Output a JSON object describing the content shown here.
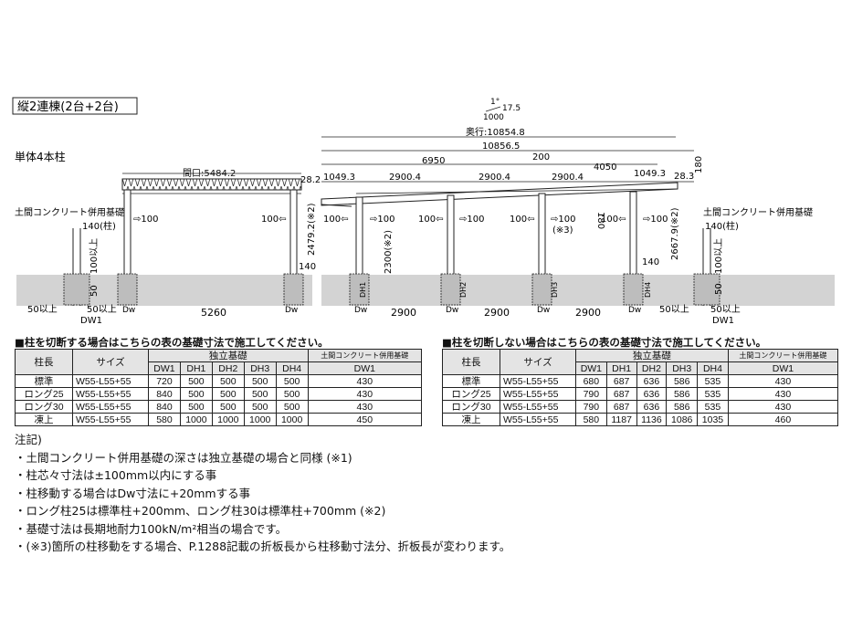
{
  "title": "縦2連棟(2台+2台)",
  "subtitle": "単体4本柱",
  "foundation_label": "土間コンクリート併用基礎",
  "pitch": {
    "top": "1°",
    "rise": "17.5",
    "run": "1000"
  },
  "dims": {
    "depth_total": "奥行:10854.8",
    "depth_outer": "10856.5",
    "d6950": "6950",
    "d200": "200",
    "d4050": "4050",
    "d180": "180",
    "d180v": "180",
    "frontage": "間口:5484.2",
    "d28_2": "28.2",
    "d1049_3a": "1049.3",
    "d2900_4a": "2900.4",
    "d2900_4b": "2900.4",
    "d2900_4c": "2900.4",
    "d1049_3b": "1049.3",
    "d28_3": "28.3",
    "d140_left": "140(柱)",
    "d140_right": "140(柱)",
    "d100_left": "100以上",
    "d100_right": "100以上",
    "d50_left": "50",
    "d50_right": "50",
    "ht_2479": "2479.2(※2)",
    "ht_2300": "2300(※2)",
    "ht_2667": "2667.9(※2)",
    "d140a": "140",
    "d140b": "140",
    "d5260": "5260",
    "d2900a": "2900",
    "d2900b": "2900",
    "d2900c": "2900",
    "d50a": "50以上",
    "d50b": "50以上",
    "d50c": "50以上",
    "d50d": "50以上",
    "dw": "Dw",
    "dw1": "DW1",
    "dh1": "DH1",
    "dh2": "DH2",
    "dh3": "DH3",
    "dh4": "DH4",
    "note3": "(※3)",
    "m100": "⇦100",
    "p100": "100⇨",
    "r100": "⇨100",
    "l100": "100⇦"
  },
  "table_left": {
    "caption": "■柱を切断する場合はこちらの表の基礎寸法で施工してください。",
    "h_pillar": "柱長",
    "h_size": "サイズ",
    "h_indep": "独立基礎",
    "h_slab": "土間コンクリート併用基礎",
    "sub": [
      "DW1",
      "DH1",
      "DH2",
      "DH3",
      "DH4",
      "DW1"
    ],
    "rows": [
      [
        "標準",
        "W55-L55+55",
        "720",
        "500",
        "500",
        "500",
        "500",
        "430"
      ],
      [
        "ロング25",
        "W55-L55+55",
        "840",
        "500",
        "500",
        "500",
        "500",
        "430"
      ],
      [
        "ロング30",
        "W55-L55+55",
        "840",
        "500",
        "500",
        "500",
        "500",
        "430"
      ],
      [
        "凍上",
        "W55-L55+55",
        "580",
        "1000",
        "1000",
        "1000",
        "1000",
        "450"
      ]
    ]
  },
  "table_right": {
    "caption": "■柱を切断しない場合はこちらの表の基礎寸法で施工してください。",
    "h_pillar": "柱長",
    "h_size": "サイズ",
    "h_indep": "独立基礎",
    "h_slab": "土間コンクリート併用基礎",
    "sub": [
      "DW1",
      "DH1",
      "DH2",
      "DH3",
      "DH4",
      "DW1"
    ],
    "rows": [
      [
        "標準",
        "W55-L55+55",
        "680",
        "687",
        "636",
        "586",
        "535",
        "430"
      ],
      [
        "ロング25",
        "W55-L55+55",
        "790",
        "687",
        "636",
        "586",
        "535",
        "430"
      ],
      [
        "ロング30",
        "W55-L55+55",
        "790",
        "687",
        "636",
        "586",
        "535",
        "430"
      ],
      [
        "凍上",
        "W55-L55+55",
        "580",
        "1187",
        "1136",
        "1086",
        "1035",
        "460"
      ]
    ]
  },
  "notes": [
    "注記)",
    "・土間コンクリート併用基礎の深さは独立基礎の場合と同様 (※1)",
    "・柱芯々寸法は±100mm以内にする事",
    "・柱移動する場合はDw寸法に+20mmする事",
    "・ロング柱25は標準柱+200mm、ロング柱30は標準柱+700mm (※2)",
    "・基礎寸法は長期地耐力100kN/m²相当の場合です。",
    "・(※3)箇所の柱移動をする場合、P.1288記載の折板長から柱移動寸法分、折板長が変わります。"
  ]
}
